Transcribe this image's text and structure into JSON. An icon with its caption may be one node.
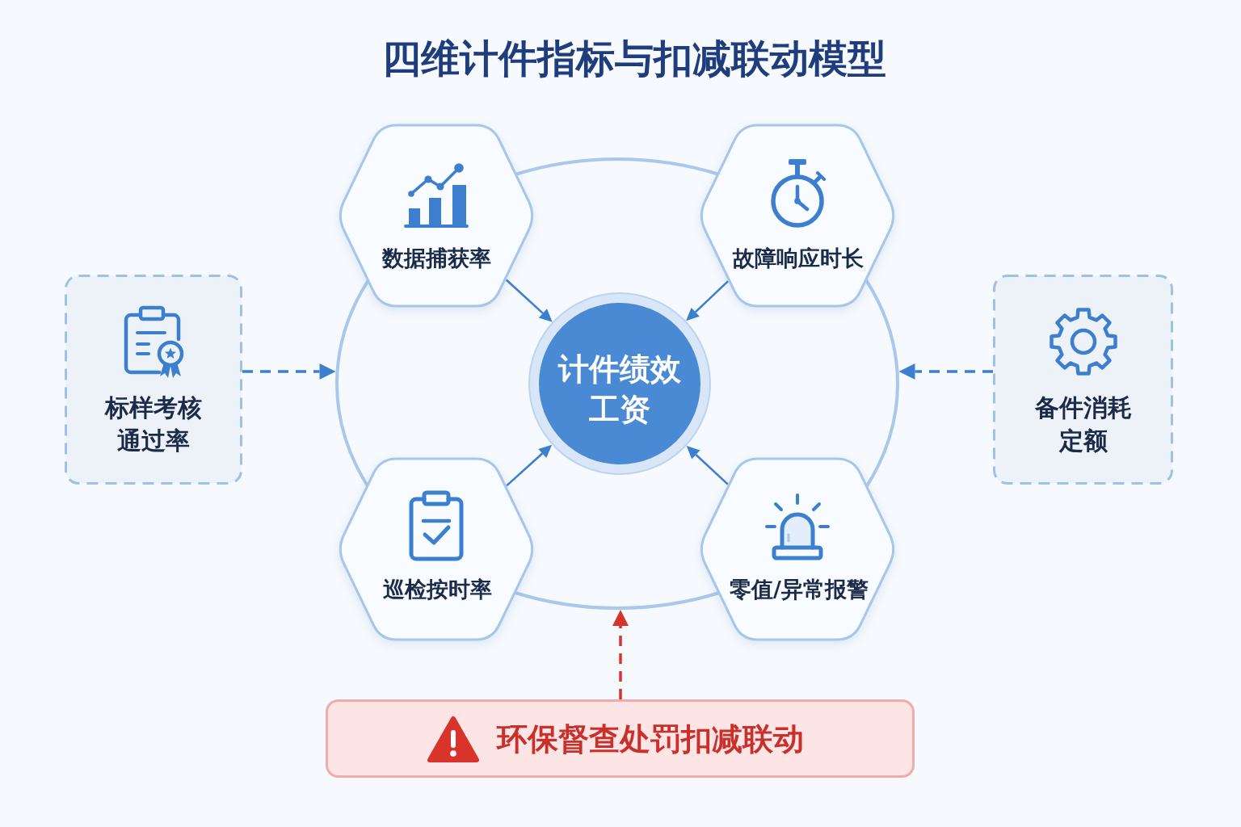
{
  "diagram": {
    "title": "四维计件指标与扣减联动模型",
    "nodes": [
      {
        "text": [
          "数据捕获率"
        ]
      },
      {
        "text": [
          "故障响应时长"
        ]
      },
      {
        "text": [
          "标样考核通过率"
        ]
      },
      {
        "text": [],
        "shape": "ellipse"
      },
      {
        "text": [
          "计件绩效工资"
        ],
        "in": 3
      },
      {
        "text": [
          "备件消耗定额"
        ]
      },
      {
        "text": [
          "巡检按时率"
        ]
      },
      {
        "text": [
          "零值/异常报警"
        ]
      },
      {
        "text": [
          "环保督查处罚扣减联动"
        ]
      }
    ],
    "edges": [
      {
        "from": 0,
        "to": 4,
        "arrow": "to"
      },
      {
        "from": 1,
        "to": 4,
        "arrow": "to"
      },
      {
        "from": 6,
        "to": 4,
        "arrow": "to"
      },
      {
        "from": 7,
        "to": 4,
        "arrow": "to"
      },
      {
        "from": 2,
        "to": 3,
        "arrow": "to",
        "style": "dashed"
      },
      {
        "from": 5,
        "to": 3,
        "arrow": "to",
        "style": "dashed"
      },
      {
        "from": 8,
        "to": 3,
        "arrow": "to",
        "style": "dashed",
        "color": "#d9342b"
      }
    ]
  }
}
